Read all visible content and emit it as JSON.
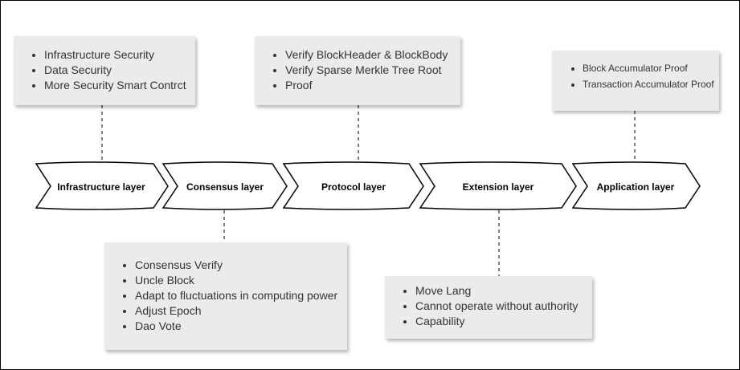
{
  "layers": [
    {
      "label": "Infrastructure layer"
    },
    {
      "label": "Consensus layer"
    },
    {
      "label": "Protocol layer"
    },
    {
      "label": "Extension layer"
    },
    {
      "label": "Application layer"
    }
  ],
  "notes": {
    "infrastructure": [
      "Infrastructure Security",
      "Data Security",
      "More Security Smart Contrct"
    ],
    "protocol": [
      "Verify BlockHeader & BlockBody",
      "Verify Sparse Merkle Tree Root",
      "Proof"
    ],
    "application": [
      "Block Accumulator Proof",
      "Transaction Accumulator Proof"
    ],
    "consensus": [
      "Consensus Verify",
      "Uncle Block",
      "Adapt to fluctuations in computing power",
      "Adjust Epoch",
      "Dao Vote"
    ],
    "extension": [
      "Move Lang",
      "Cannot operate without authority",
      "Capability"
    ]
  },
  "colors": {
    "note_bg": "#ebebeb",
    "chevron_fill": "#ffffff",
    "stroke": "#000000"
  }
}
